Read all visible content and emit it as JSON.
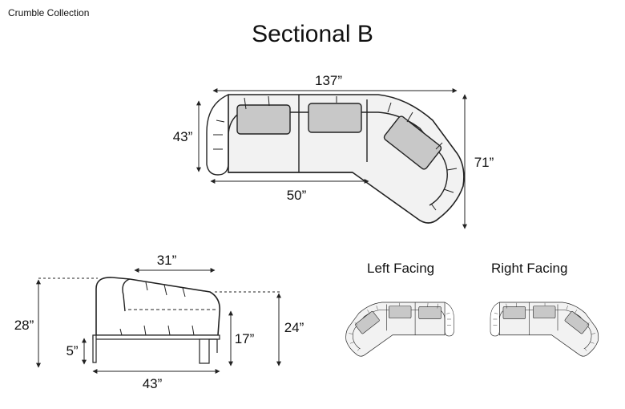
{
  "brand": "Crumble Collection",
  "title": "Sectional B",
  "top_view": {
    "width": "137”",
    "height_left": "43”",
    "depth_right": "71”",
    "seat_width": "50”"
  },
  "side_view": {
    "seat_depth": "31”",
    "total_height": "28”",
    "arm_height": "24”",
    "seat_height": "17”",
    "leg_height": "5”",
    "depth": "43”"
  },
  "variants": {
    "left": "Left Facing",
    "right": "Right Facing"
  },
  "colors": {
    "line": "#222222",
    "cushion": "#c8c8c8",
    "frame": "#f2f2f2"
  }
}
